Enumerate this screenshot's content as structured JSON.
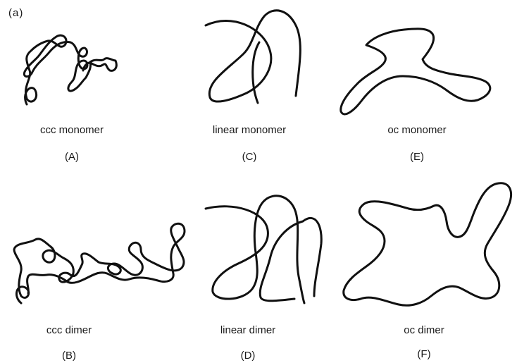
{
  "panel_label": "(a)",
  "items": [
    {
      "caption": "ccc monomer",
      "letter": "(A)"
    },
    {
      "caption": "ccc dimer",
      "letter": "(B)"
    },
    {
      "caption": "linear monomer",
      "letter": "(C)"
    },
    {
      "caption": "linear dimer",
      "letter": "(D)"
    },
    {
      "caption": "oc monomer",
      "letter": "(E)"
    },
    {
      "caption": "oc dimer",
      "letter": "(F)"
    }
  ]
}
